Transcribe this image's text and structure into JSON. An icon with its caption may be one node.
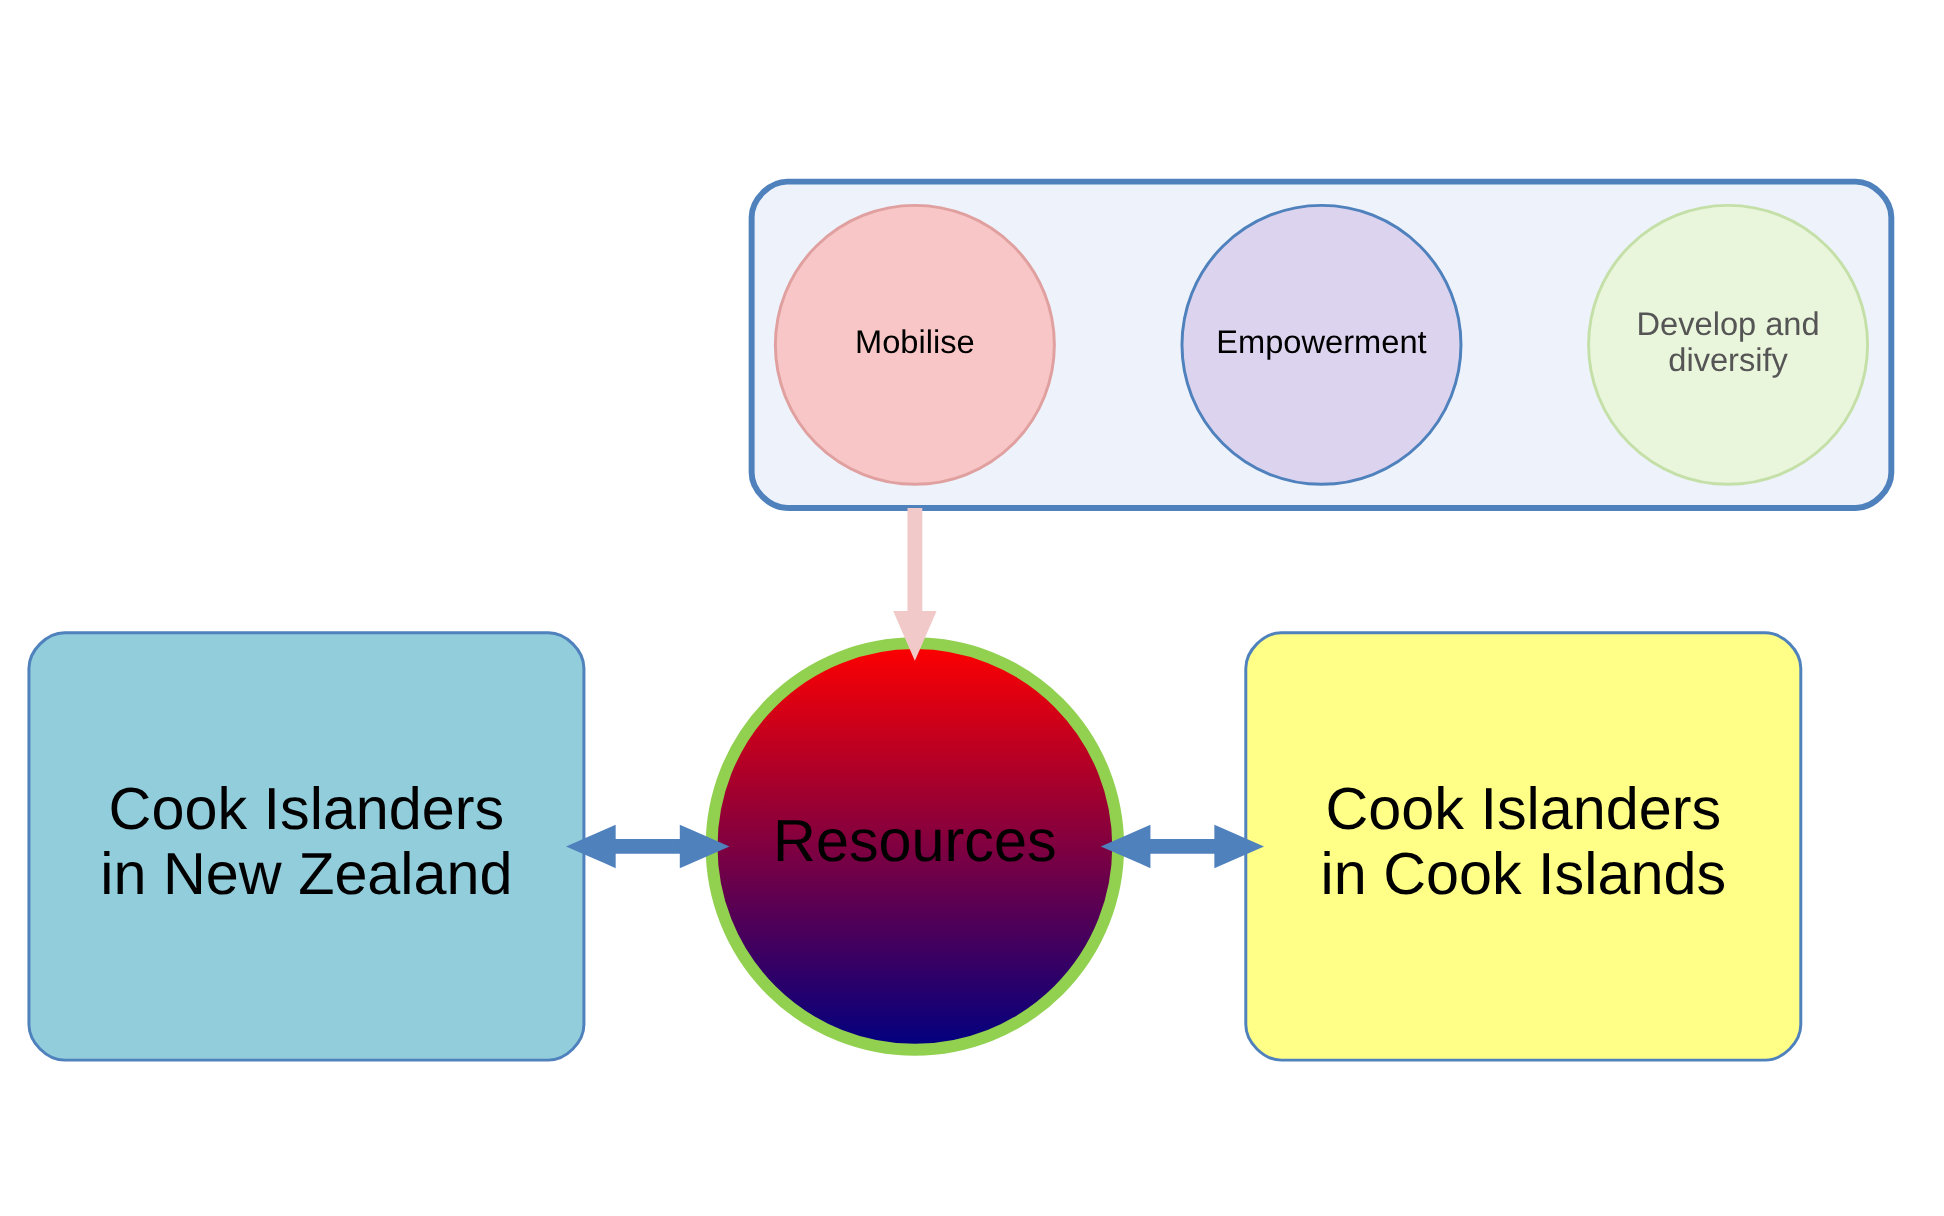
{
  "diagram": {
    "nodes": [
      {
        "text": [],
        "shape": "funnel"
      },
      {
        "text": [
          "Mobilise"
        ],
        "in": 0
      },
      {
        "text": [
          "Empowerment"
        ],
        "in": 0
      },
      {
        "text": [
          "Develop and diversify"
        ],
        "in": 0
      },
      {
        "text": [
          "Cook Islanders in New Zealand"
        ]
      },
      {
        "text": [
          "Resources"
        ]
      },
      {
        "text": [
          "Cook Islanders in Cook Islands"
        ]
      }
    ],
    "edges": [
      {
        "from": 0,
        "to": 5,
        "arrow": "to",
        "color": "#f2c9c9"
      },
      {
        "from": 4,
        "to": 5,
        "arrow": "both"
      },
      {
        "from": 5,
        "to": 6,
        "arrow": "both"
      }
    ]
  }
}
